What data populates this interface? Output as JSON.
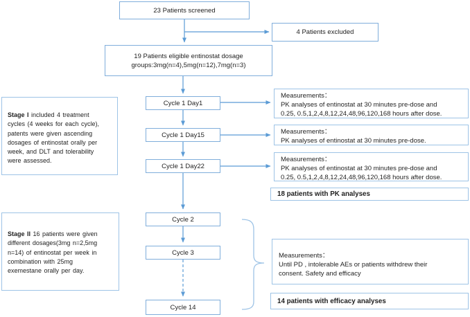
{
  "diagram": {
    "screened": "23 Patients screened",
    "excluded": "4 Patients excluded",
    "eligible": {
      "line1": "19 Patients eligible entinostat dosage",
      "line2": "groups:3mg(n=4),5mg(n=12),7mg(n=3)"
    },
    "cycles": [
      "Cycle 1 Day1",
      "Cycle 1 Day15",
      "Cycle 1 Day22",
      "Cycle 2",
      "Cycle 3",
      "Cycle 14"
    ],
    "stage1": {
      "label": "Stage I",
      "line1_rest": " included 4 treatment",
      "lines": [
        "cycles (4 weeks for each cycle),",
        "patents were given ascending",
        "dosages of entinostat orally per",
        "week, and DLT and tolerability",
        "were assessed."
      ]
    },
    "stage2": {
      "label": "Stage II",
      "line1_rest": " 16 patients were given",
      "lines": [
        "different dosages(3mg n=2,5mg",
        "n=14) of entinostat per week in",
        "combination with 25mg",
        "exemestane orally per day."
      ]
    },
    "measurements": [
      {
        "title": "Measurements：",
        "lines": [
          "PK analyses of entinostat at 30 minutes pre-dose and",
          "0.25, 0.5,1,2,4,8,12,24,48,96,120,168 hours after dose."
        ]
      },
      {
        "title": "Measurements：",
        "lines": [
          "PK analyses of entinostat at 30 minutes pre-dose."
        ]
      },
      {
        "title": "Measurements：",
        "lines": [
          "PK analyses of entinostat at 30 minutes pre-dose and",
          "0.25, 0.5,1,2,4,8,12,24,48,96,120,168 hours after dose."
        ]
      },
      {
        "title": "Measurements：",
        "lines": [
          "Until PD , intolerable AEs or patients withdrew their",
          "consent. Safety and efficacy"
        ]
      }
    ],
    "summary_pk": "18 patients with PK analyses",
    "summary_efficacy": "14 patients with efficacy analyses",
    "colors": {
      "line": "#5B9BD5",
      "flow_border": "#7FADDB",
      "panel_border": "#9DC3E6",
      "text": "#1f1f1f"
    }
  }
}
